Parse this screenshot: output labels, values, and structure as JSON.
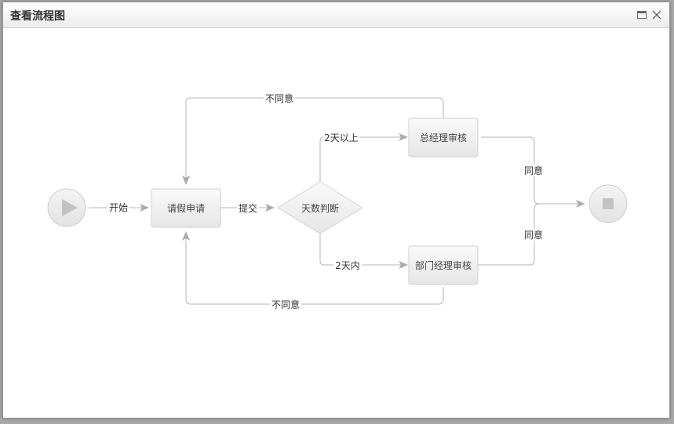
{
  "window": {
    "title": "查看流程图"
  },
  "flow": {
    "nodes": {
      "start": "",
      "apply": "请假申请",
      "decision": "天数判断",
      "gm_review": "总经理审核",
      "dept_review": "部门经理审核",
      "end": ""
    },
    "edges": {
      "start_to_apply": "开始",
      "apply_to_decision": "提交",
      "decision_to_gm": "2天以上",
      "decision_to_dept": "2天内",
      "gm_reject": "不同意",
      "dept_reject": "不同意",
      "gm_approve": "同意",
      "dept_approve": "同意"
    }
  }
}
